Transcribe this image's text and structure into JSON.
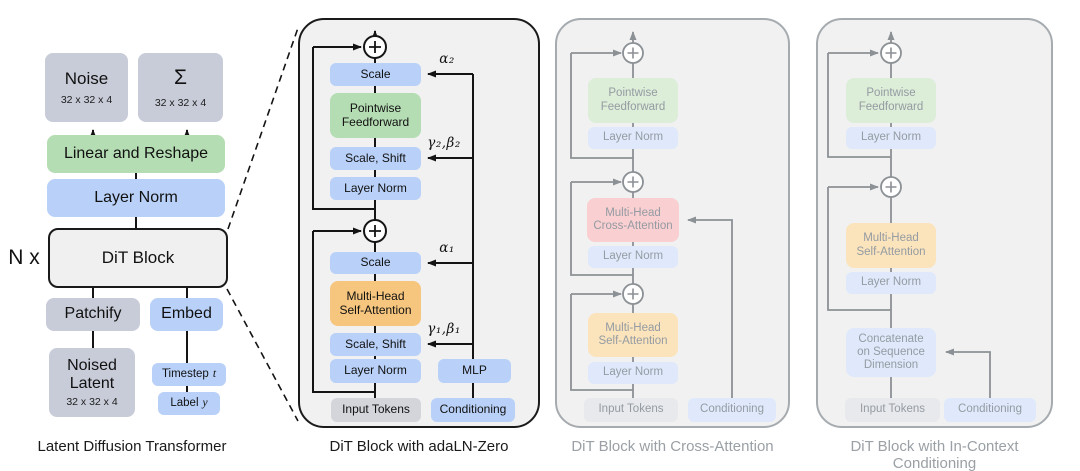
{
  "figure": {
    "colors": {
      "blue": "#b9d1f8",
      "green": "#b5ddb3",
      "orange": "#f6c67e",
      "gray_box": "#c8cbd8",
      "input_gray": "#d3d5db",
      "faded_blue": "#dfe9fb",
      "faded_green": "#dcedd8",
      "faded_orange": "#fbe4bc",
      "faded_pink": "#f9cfd1",
      "faded_gray": "#e8e9ec",
      "faded_text": "#949ba2",
      "line_black": "#141414",
      "line_gray": "#8c9195",
      "panel_bg": "#f1f1f2"
    },
    "panel1": {
      "caption": "Latent Diffusion Transformer",
      "repeat_label": "N x",
      "noise_title": "Noise",
      "noise_dims": "32 x 32 x 4",
      "sigma_title": "Σ",
      "sigma_dims": "32 x 32 x 4",
      "linear_reshape": "Linear and Reshape",
      "layer_norm": "Layer Norm",
      "dit_block": "DiT Block",
      "patchify": "Patchify",
      "embed": "Embed",
      "noised_latent_title": "Noised Latent",
      "noised_latent_dims": "32 x 32 x 4",
      "timestep_label": "Timestep",
      "timestep_var": "t",
      "label_label": "Label",
      "label_var": "y"
    },
    "panel2": {
      "caption": "DiT Block with adaLN-Zero",
      "scale_top": "Scale",
      "pointwise_feedforward": "Pointwise Feedforward",
      "scale_shift_top": "Scale, Shift",
      "layer_norm_top": "Layer Norm",
      "alpha2": "α₂",
      "gamma_beta2": "γ₂,β₂",
      "scale_bottom": "Scale",
      "mhsa": "Multi-Head Self-Attention",
      "scale_shift_bottom": "Scale, Shift",
      "layer_norm_bottom": "Layer Norm",
      "alpha1": "α₁",
      "gamma_beta1": "γ₁,β₁",
      "input_tokens": "Input Tokens",
      "mlp": "MLP",
      "conditioning": "Conditioning"
    },
    "panel3": {
      "caption": "DiT Block with Cross-Attention",
      "pointwise_feedforward": "Pointwise Feedforward",
      "layer_norm_top": "Layer Norm",
      "cross_attention": "Multi-Head Cross-Attention",
      "layer_norm_mid": "Layer Norm",
      "mhsa": "Multi-Head Self-Attention",
      "layer_norm_bottom": "Layer Norm",
      "input_tokens": "Input Tokens",
      "conditioning": "Conditioning"
    },
    "panel4": {
      "caption": "DiT Block with In-Context Conditioning",
      "pointwise_feedforward": "Pointwise Feedforward",
      "layer_norm_top": "Layer Norm",
      "mhsa": "Multi-Head Self-Attention",
      "layer_norm_mid": "Layer Norm",
      "concatenate": "Concatenate on Sequence Dimension",
      "input_tokens": "Input Tokens",
      "conditioning": "Conditioning"
    }
  }
}
